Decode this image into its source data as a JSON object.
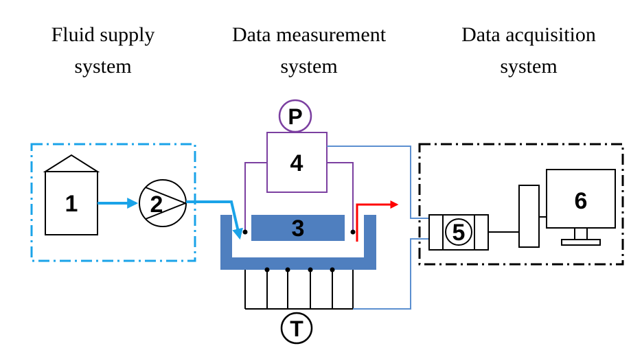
{
  "sections": {
    "fluid_supply": {
      "line1": "Fluid supply",
      "line2": "system"
    },
    "data_measurement": {
      "line1": "Data measurement",
      "line2": "system"
    },
    "data_acquisition": {
      "line1": "Data acquisition",
      "line2": "system"
    }
  },
  "components": {
    "tank": "1",
    "pump": "2",
    "test_section": "3",
    "pressure_transducer": "4",
    "daq_module": "5",
    "computer": "6"
  },
  "sensors": {
    "pressure": "P",
    "temperature": "T"
  },
  "colors": {
    "inlet_flow": "#1aa3e8",
    "outlet_flow": "#ff0000",
    "pressure_line": "#7b3fa0",
    "signal_line": "#5b8fd0",
    "test_section_fill": "#4f7fbf",
    "boundary": "#000000",
    "supply_boundary": "#1aa3e8"
  }
}
